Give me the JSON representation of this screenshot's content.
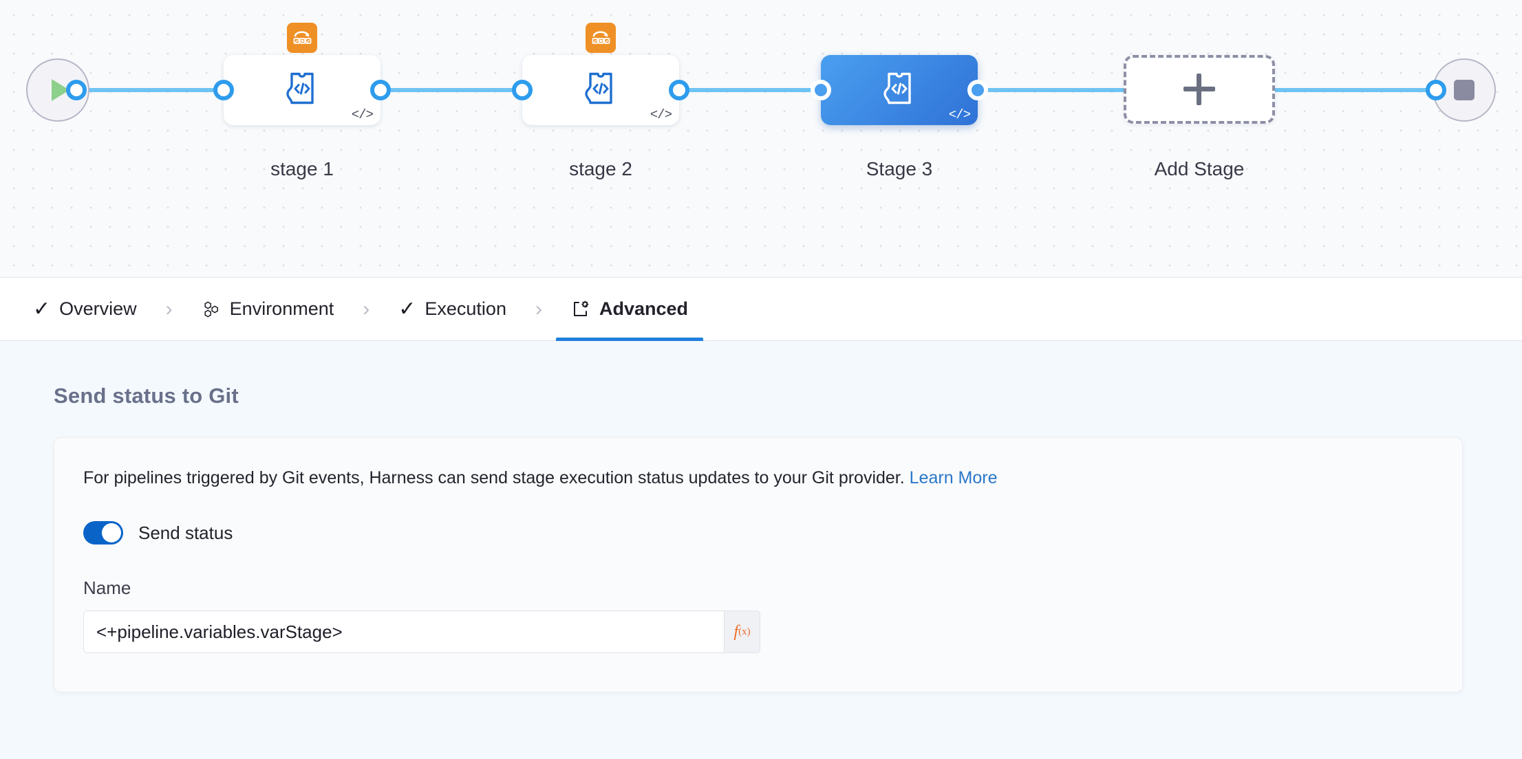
{
  "canvas": {
    "start_node": {
      "icon": "play-icon",
      "title": "Start"
    },
    "end_node": {
      "icon": "stop-icon",
      "title": "End"
    },
    "stages": [
      {
        "label": "stage 1",
        "icon": "custom-stage-icon",
        "badge": "matrix-looping-icon",
        "runtime_input": "</>",
        "selected": false
      },
      {
        "label": "stage 2",
        "icon": "custom-stage-icon",
        "badge": "matrix-looping-icon",
        "runtime_input": "</>",
        "selected": false
      },
      {
        "label": "Stage 3",
        "icon": "custom-stage-icon",
        "badge": null,
        "runtime_input": "</>",
        "selected": true
      }
    ],
    "add_stage": {
      "label": "Add Stage",
      "icon": "plus-icon"
    }
  },
  "tabs": [
    {
      "label": "Overview",
      "icon": "check-icon",
      "active": false
    },
    {
      "label": "Environment",
      "icon": "hexagons-icon",
      "active": false
    },
    {
      "label": "Execution",
      "icon": "check-icon",
      "active": false
    },
    {
      "label": "Advanced",
      "icon": "advanced-gear-icon",
      "active": true
    }
  ],
  "tab_separator": "›",
  "main": {
    "section_title": "Send status to Git",
    "description": "For pipelines triggered by Git events, Harness can send stage execution status updates to your Git provider.",
    "learn_more": "Learn More",
    "toggle": {
      "label": "Send status",
      "on": true
    },
    "name_field": {
      "label": "Name",
      "value": "<+pipeline.variables.varStage>",
      "placeholder": "Name",
      "fx_label": "f",
      "fx_sub": "(x)"
    }
  },
  "colors": {
    "accent_blue": "#1f7fe0",
    "selected_node": "#2f72d6",
    "connector": "#6ec4f3",
    "matrix_orange": "#ef9026",
    "fx_orange": "#ef6c28",
    "toggle_on": "#0a64c8",
    "link": "#2a77c9"
  }
}
